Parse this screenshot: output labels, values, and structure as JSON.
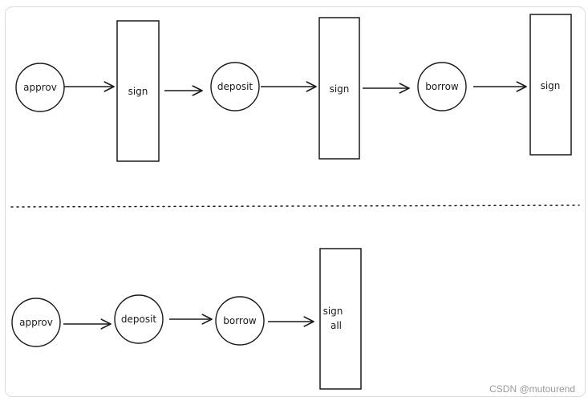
{
  "top_flow": {
    "approve_label": "approv",
    "sign1_label": "sign",
    "deposit_label": "deposit",
    "sign2_label": "sign",
    "borrow_label": "borrow",
    "sign3_label": "sign"
  },
  "bottom_flow": {
    "approve_label": "approv",
    "deposit_label": "deposit",
    "borrow_label": "borrow",
    "sign_all_line1": "sign",
    "sign_all_line2": "all"
  },
  "watermark": "CSDN @mutourend"
}
